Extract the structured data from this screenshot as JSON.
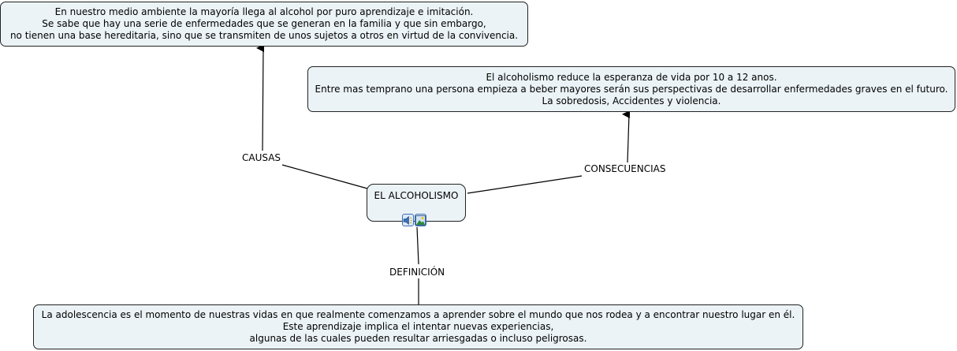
{
  "map": {
    "root": {
      "label": "EL ALCOHOLISMO",
      "icons": [
        "audio-resource-icon",
        "image-resource-icon"
      ]
    },
    "branches": [
      {
        "id": "causas",
        "linking_phrase": "CAUSAS",
        "concept_lines": [
          "En nuestro medio ambiente la mayoría llega al alcohol por puro aprendizaje e imitación.",
          "Se sabe que hay una serie de enfermedades que se generan en la familia y que sin embargo,",
          "no tienen una base hereditaria, sino que se transmiten de unos sujetos a otros en virtud de la convivencia."
        ]
      },
      {
        "id": "consecuencias",
        "linking_phrase": "CONSECUENCIAS",
        "concept_lines": [
          "El alcoholismo reduce la esperanza de vida por 10 a 12 anos.",
          "Entre mas temprano una persona empieza a beber mayores serán sus perspectivas de desarrollar enfermedades graves en el futuro.",
          "La sobredosis, Accidentes y violencia."
        ]
      },
      {
        "id": "definicion",
        "linking_phrase": "DEFINICIÓN",
        "concept_lines": [
          "La adolescencia es el momento de nuestras vidas en que realmente comenzamos a aprender sobre el mundo que nos rodea y a encontrar nuestro lugar en él.",
          "Este aprendizaje implica el intentar nuevas experiencias,",
          "algunas de las cuales pueden resultar arriesgadas o incluso peligrosas."
        ]
      }
    ]
  },
  "colors": {
    "node_fill": "#ebf3f6",
    "node_border": "#222222",
    "connector": "#000000",
    "icon_border": "#3b6fb6"
  }
}
